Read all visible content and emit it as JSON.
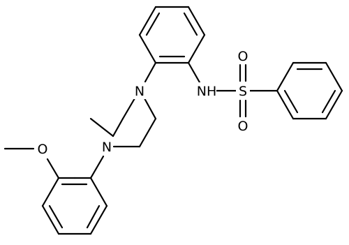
{
  "colors": {
    "background": "#ffffff",
    "ink": "#000000"
  },
  "atoms": {
    "N_sulfonamide": "NH",
    "S": "S",
    "O_upper": "O",
    "O_lower": "O",
    "N_piperazine_upper": "N",
    "N_piperazine_lower": "N",
    "O_methoxy": "O"
  }
}
